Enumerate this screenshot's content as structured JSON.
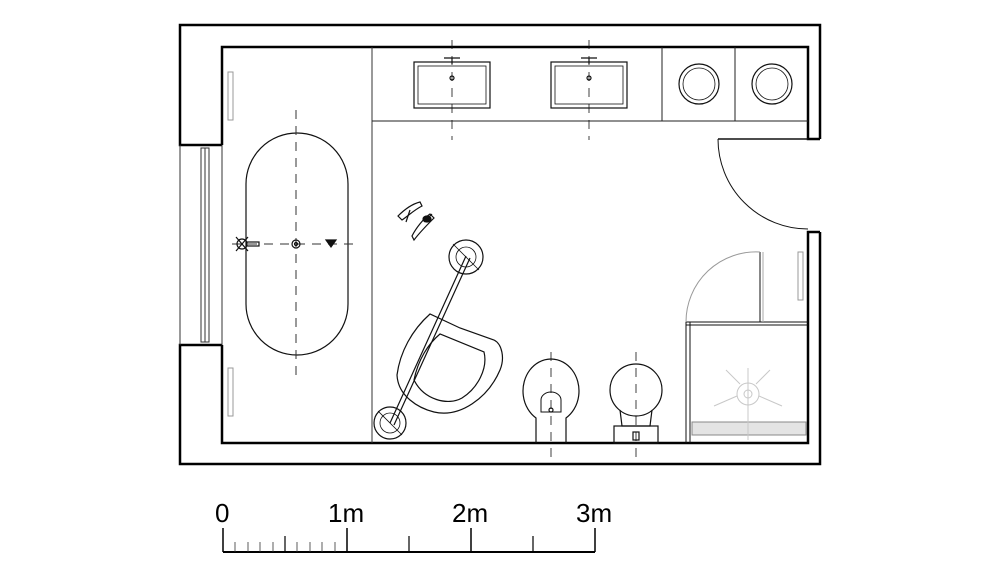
{
  "scale_bar": {
    "labels": [
      "0",
      "1m",
      "2m",
      "3m"
    ]
  },
  "fixtures": {
    "bathtub": "bathtub",
    "sinks": [
      "sink-left",
      "sink-right"
    ],
    "washer": "washing-machine",
    "dryer": "tumble-dryer",
    "toilet": "toilet",
    "bidet": "bidet",
    "shower": "shower",
    "chair": "lounge-chair",
    "shoes": "shoes-icon",
    "door": "door"
  },
  "colors": {
    "wall": "#000000",
    "line": "#111111",
    "light_line": "#bbbbbb",
    "hatch": "#d9d9d9"
  }
}
